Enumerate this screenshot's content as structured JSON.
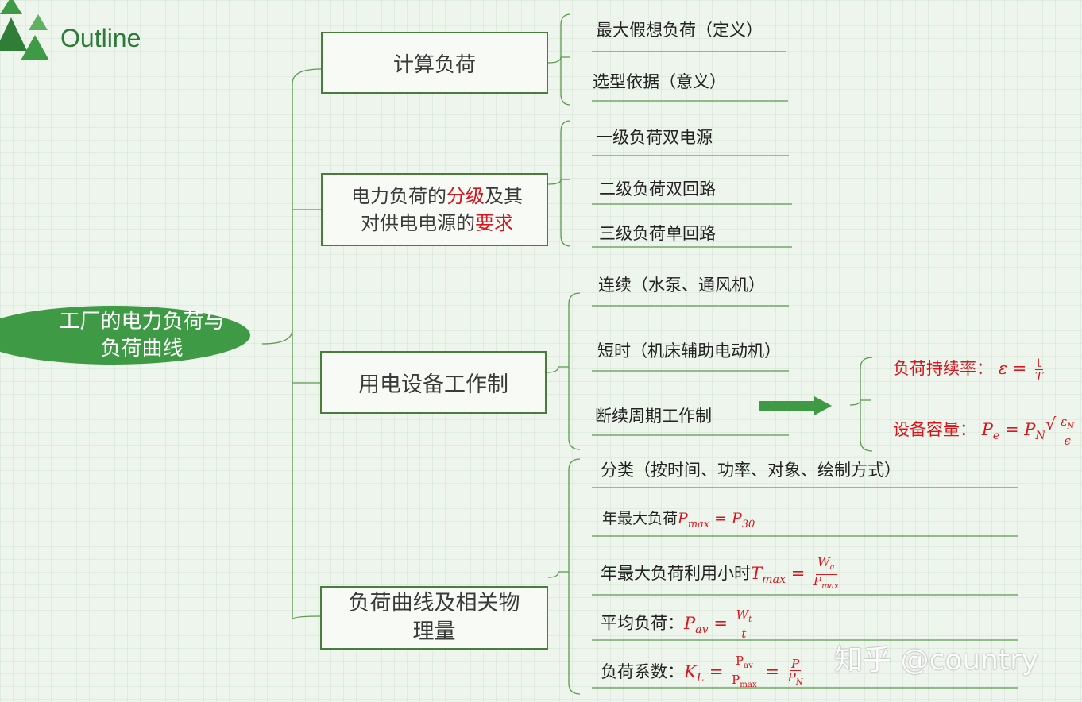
{
  "header": {
    "title": "Outline",
    "logo_icon": "triangles-logo-icon"
  },
  "root": {
    "line1": "工厂的电力负荷与",
    "line2": "负荷曲线"
  },
  "branches": [
    {
      "label": "计算负荷",
      "items": [
        "最大假想负荷（定义）",
        "选型依据（意义）"
      ]
    },
    {
      "label_parts": [
        "电力负荷的",
        "分级",
        "及其",
        "对供电电源的",
        "要求"
      ],
      "items": [
        "一级负荷双电源",
        "二级负荷双回路",
        "三级负荷单回路"
      ]
    },
    {
      "label": "用电设备工作制",
      "items": [
        "连续（水泵、通风机）",
        "短时（机床辅助电动机）",
        "断续周期工作制"
      ],
      "sub_items": [
        {
          "label": "负荷持续率：",
          "formula": "ε = t / T"
        },
        {
          "label": "设备容量：",
          "formula": "Pe = PN √(εN / ϵ)"
        }
      ]
    },
    {
      "label_line1": "负荷曲线及相关物",
      "label_line2": "理量",
      "items": [
        "分类（按时间、功率、对象、绘制方式）",
        "年最大负荷",
        "年最大负荷利用小时",
        "平均负荷：",
        "负荷系数："
      ]
    }
  ],
  "watermark": "知乎 @country",
  "colors": {
    "accent_green": "#3f9a45",
    "box_border": "#4a7c3c",
    "highlight_red": "#d8141c"
  }
}
